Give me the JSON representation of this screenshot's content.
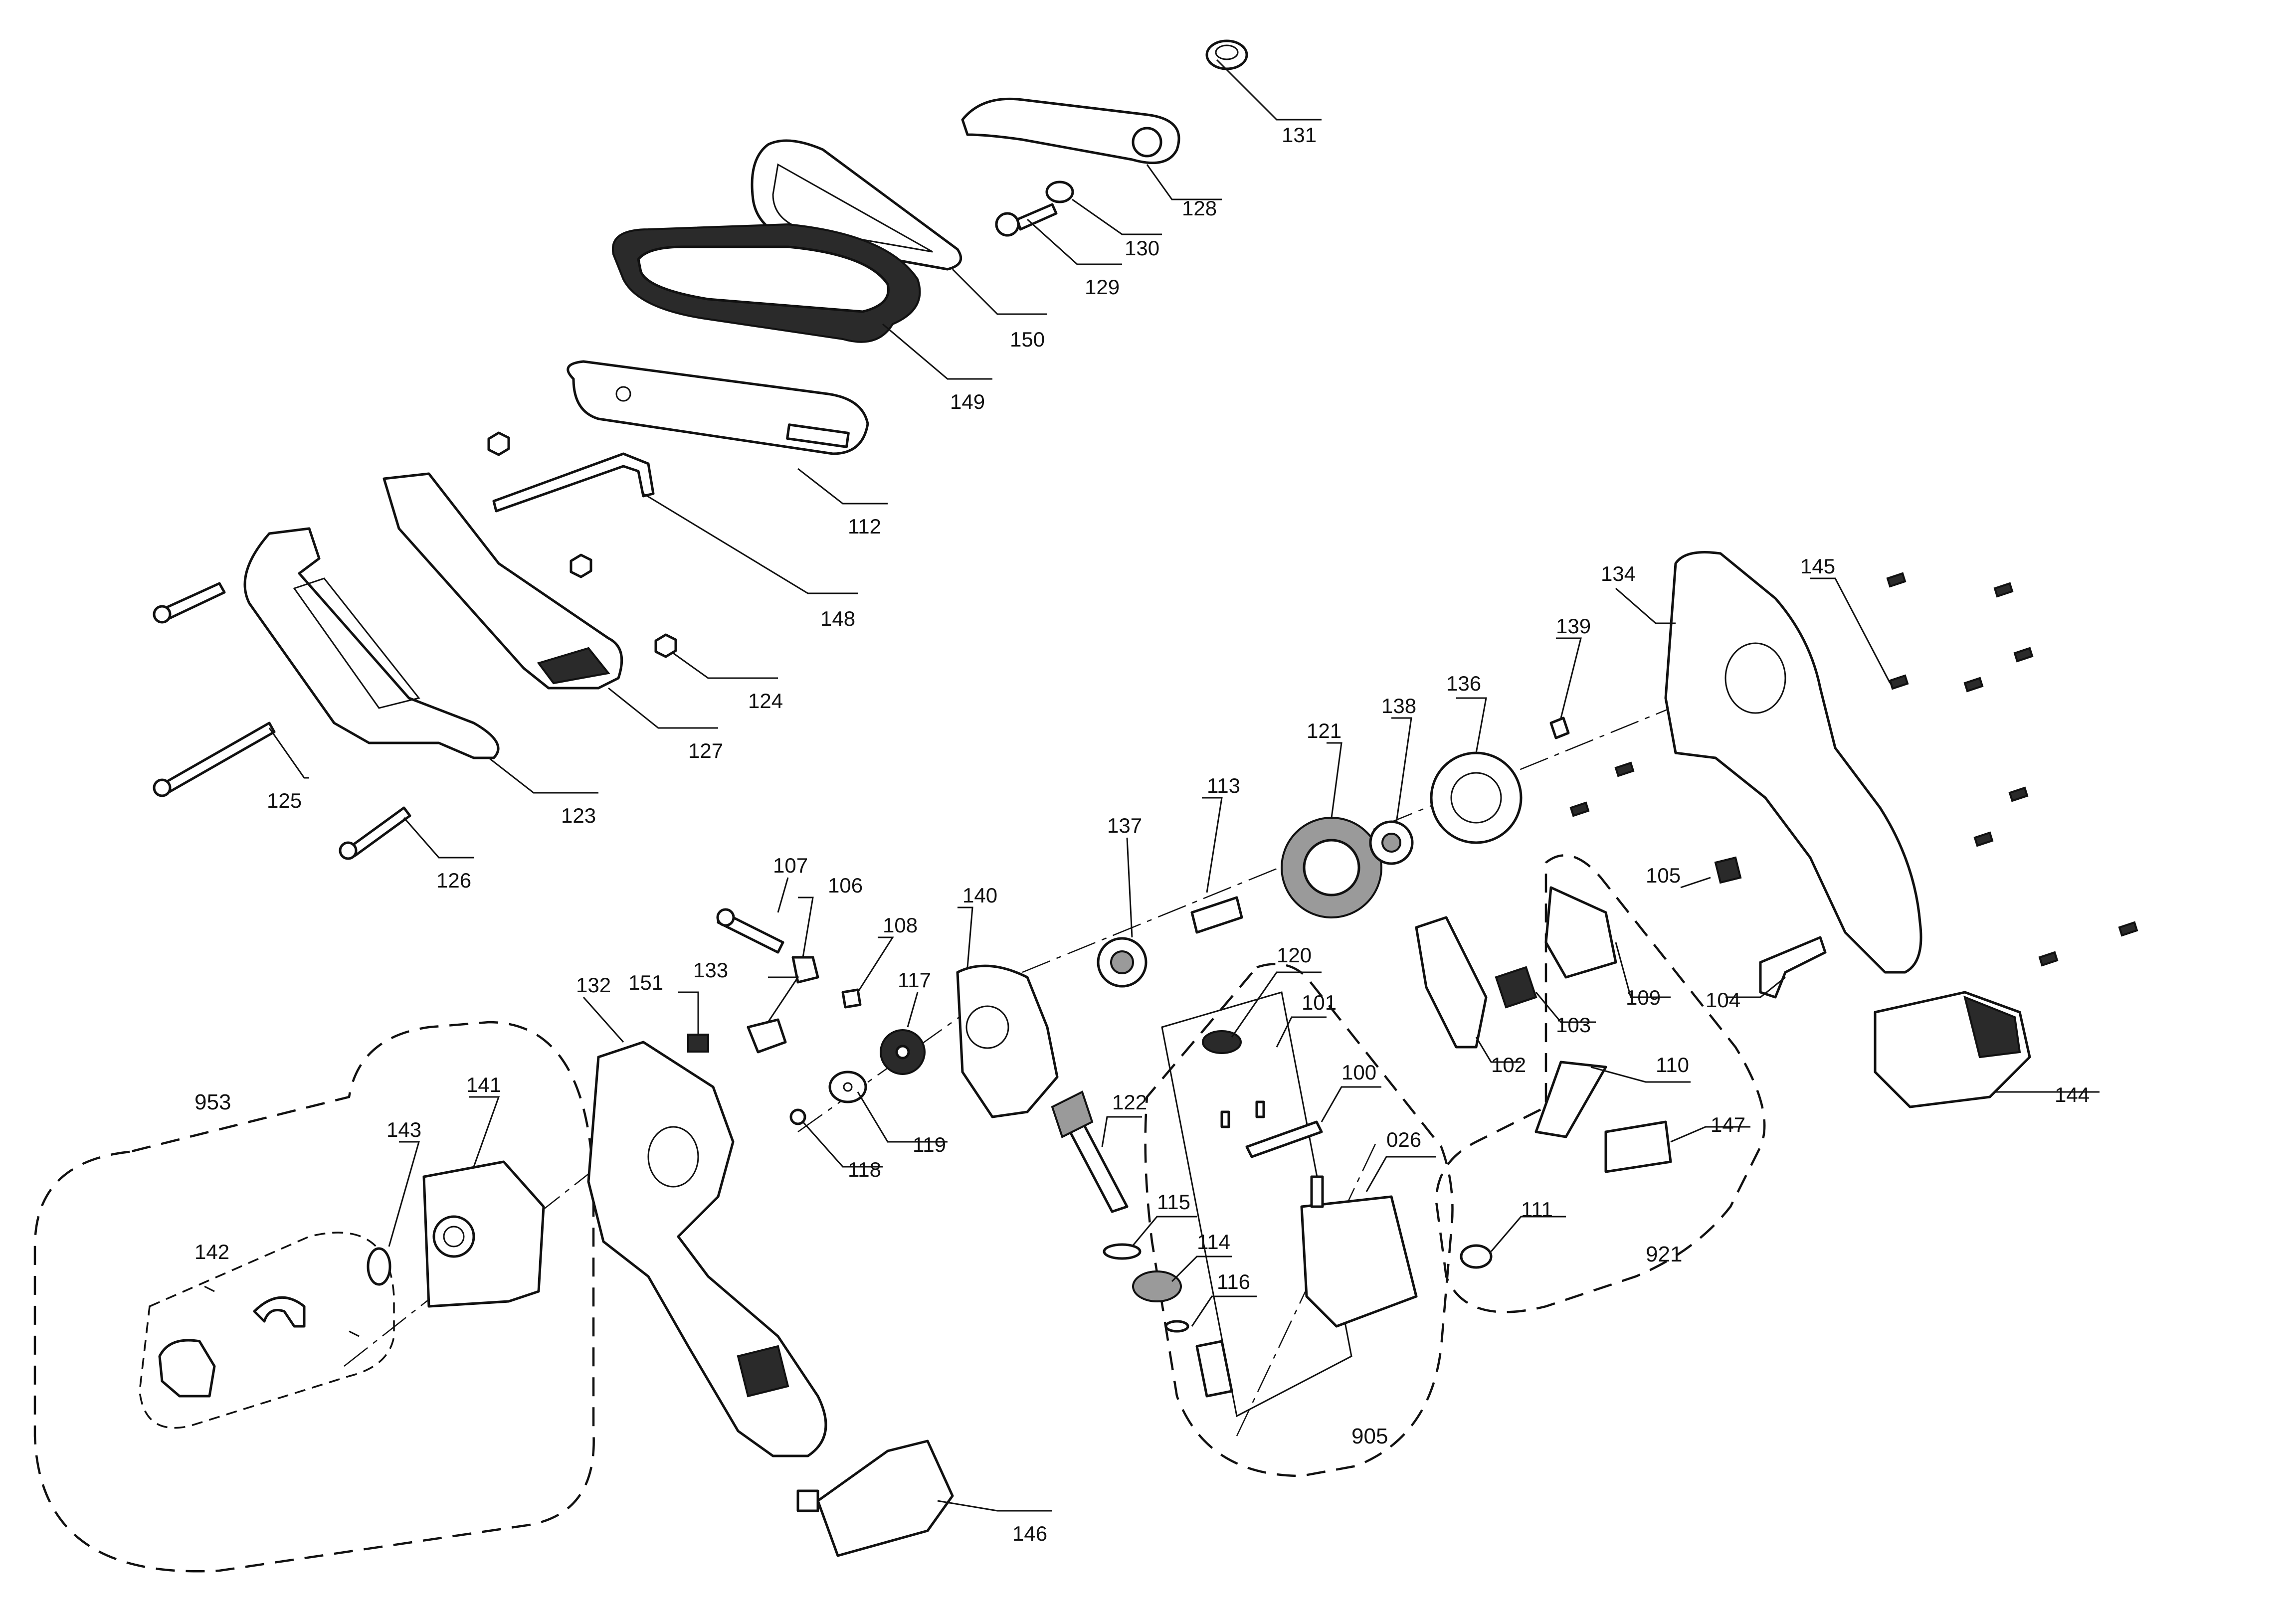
{
  "parts": {
    "p100": "100",
    "p101": "101",
    "p102": "102",
    "p103": "103",
    "p104": "104",
    "p105": "105",
    "p106": "106",
    "p107": "107",
    "p108": "108",
    "p109": "109",
    "p110": "110",
    "p111": "111",
    "p112": "112",
    "p113": "113",
    "p114": "114",
    "p115": "115",
    "p116": "116",
    "p117": "117",
    "p118": "118",
    "p119": "119",
    "p120": "120",
    "p121": "121",
    "p122": "122",
    "p123": "123",
    "p124": "124",
    "p125": "125",
    "p126": "126",
    "p127": "127",
    "p128": "128",
    "p129": "129",
    "p130": "130",
    "p131": "131",
    "p132": "132",
    "p133": "133",
    "p134": "134",
    "p136": "136",
    "p137": "137",
    "p138": "138",
    "p139": "139",
    "p140": "140",
    "p141": "141",
    "p142": "142",
    "p143": "143",
    "p144": "144",
    "p145": "145",
    "p146": "146",
    "p147": "147",
    "p148": "148",
    "p149": "149",
    "p150": "150",
    "p151": "151",
    "p026": "026"
  },
  "groups": {
    "g905": "905",
    "g921": "921",
    "g953": "953"
  }
}
